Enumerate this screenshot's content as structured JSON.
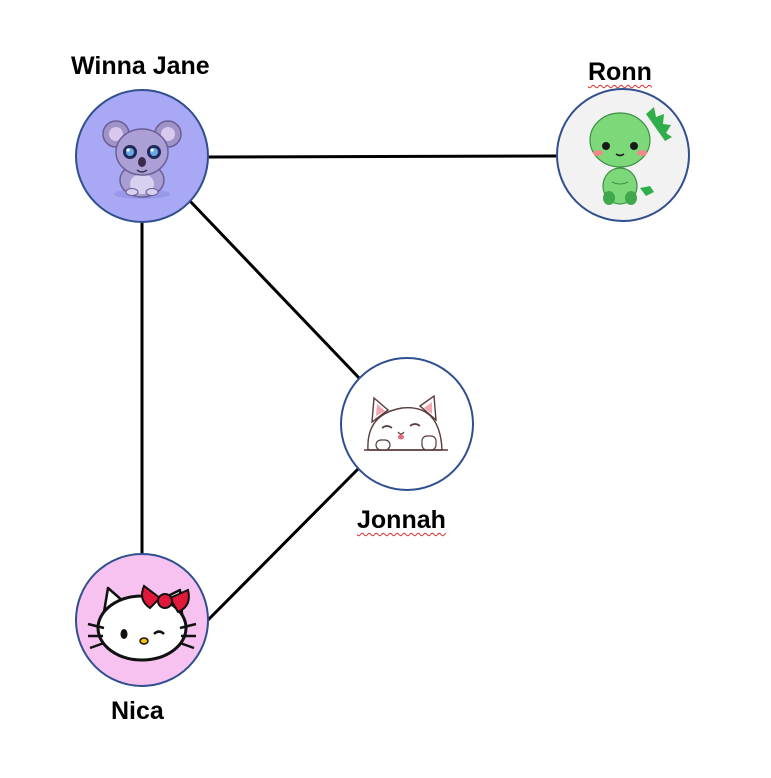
{
  "diagram": {
    "type": "network",
    "nodes": [
      {
        "id": "winna",
        "label": "Winna Jane",
        "avatar": "koala-icon",
        "fill": "#a8a8f5",
        "spellcheck": false
      },
      {
        "id": "ronn",
        "label": "Ronn",
        "avatar": "dinosaur-icon",
        "fill": "#f2f2f2",
        "spellcheck": true
      },
      {
        "id": "jonnah",
        "label": "Jonnah",
        "avatar": "cat-icon",
        "fill": "#ffffff",
        "spellcheck": true
      },
      {
        "id": "nica",
        "label": "Nica",
        "avatar": "hello-kitty-icon",
        "fill": "#f7c2ef",
        "spellcheck": false
      }
    ],
    "edges": [
      {
        "from": "winna",
        "to": "ronn"
      },
      {
        "from": "winna",
        "to": "jonnah"
      },
      {
        "from": "winna",
        "to": "nica"
      },
      {
        "from": "jonnah",
        "to": "nica"
      }
    ],
    "colors": {
      "node_border": "#2f4f8f",
      "edge": "#000000",
      "spellcheck_underline": "#d93030"
    }
  }
}
